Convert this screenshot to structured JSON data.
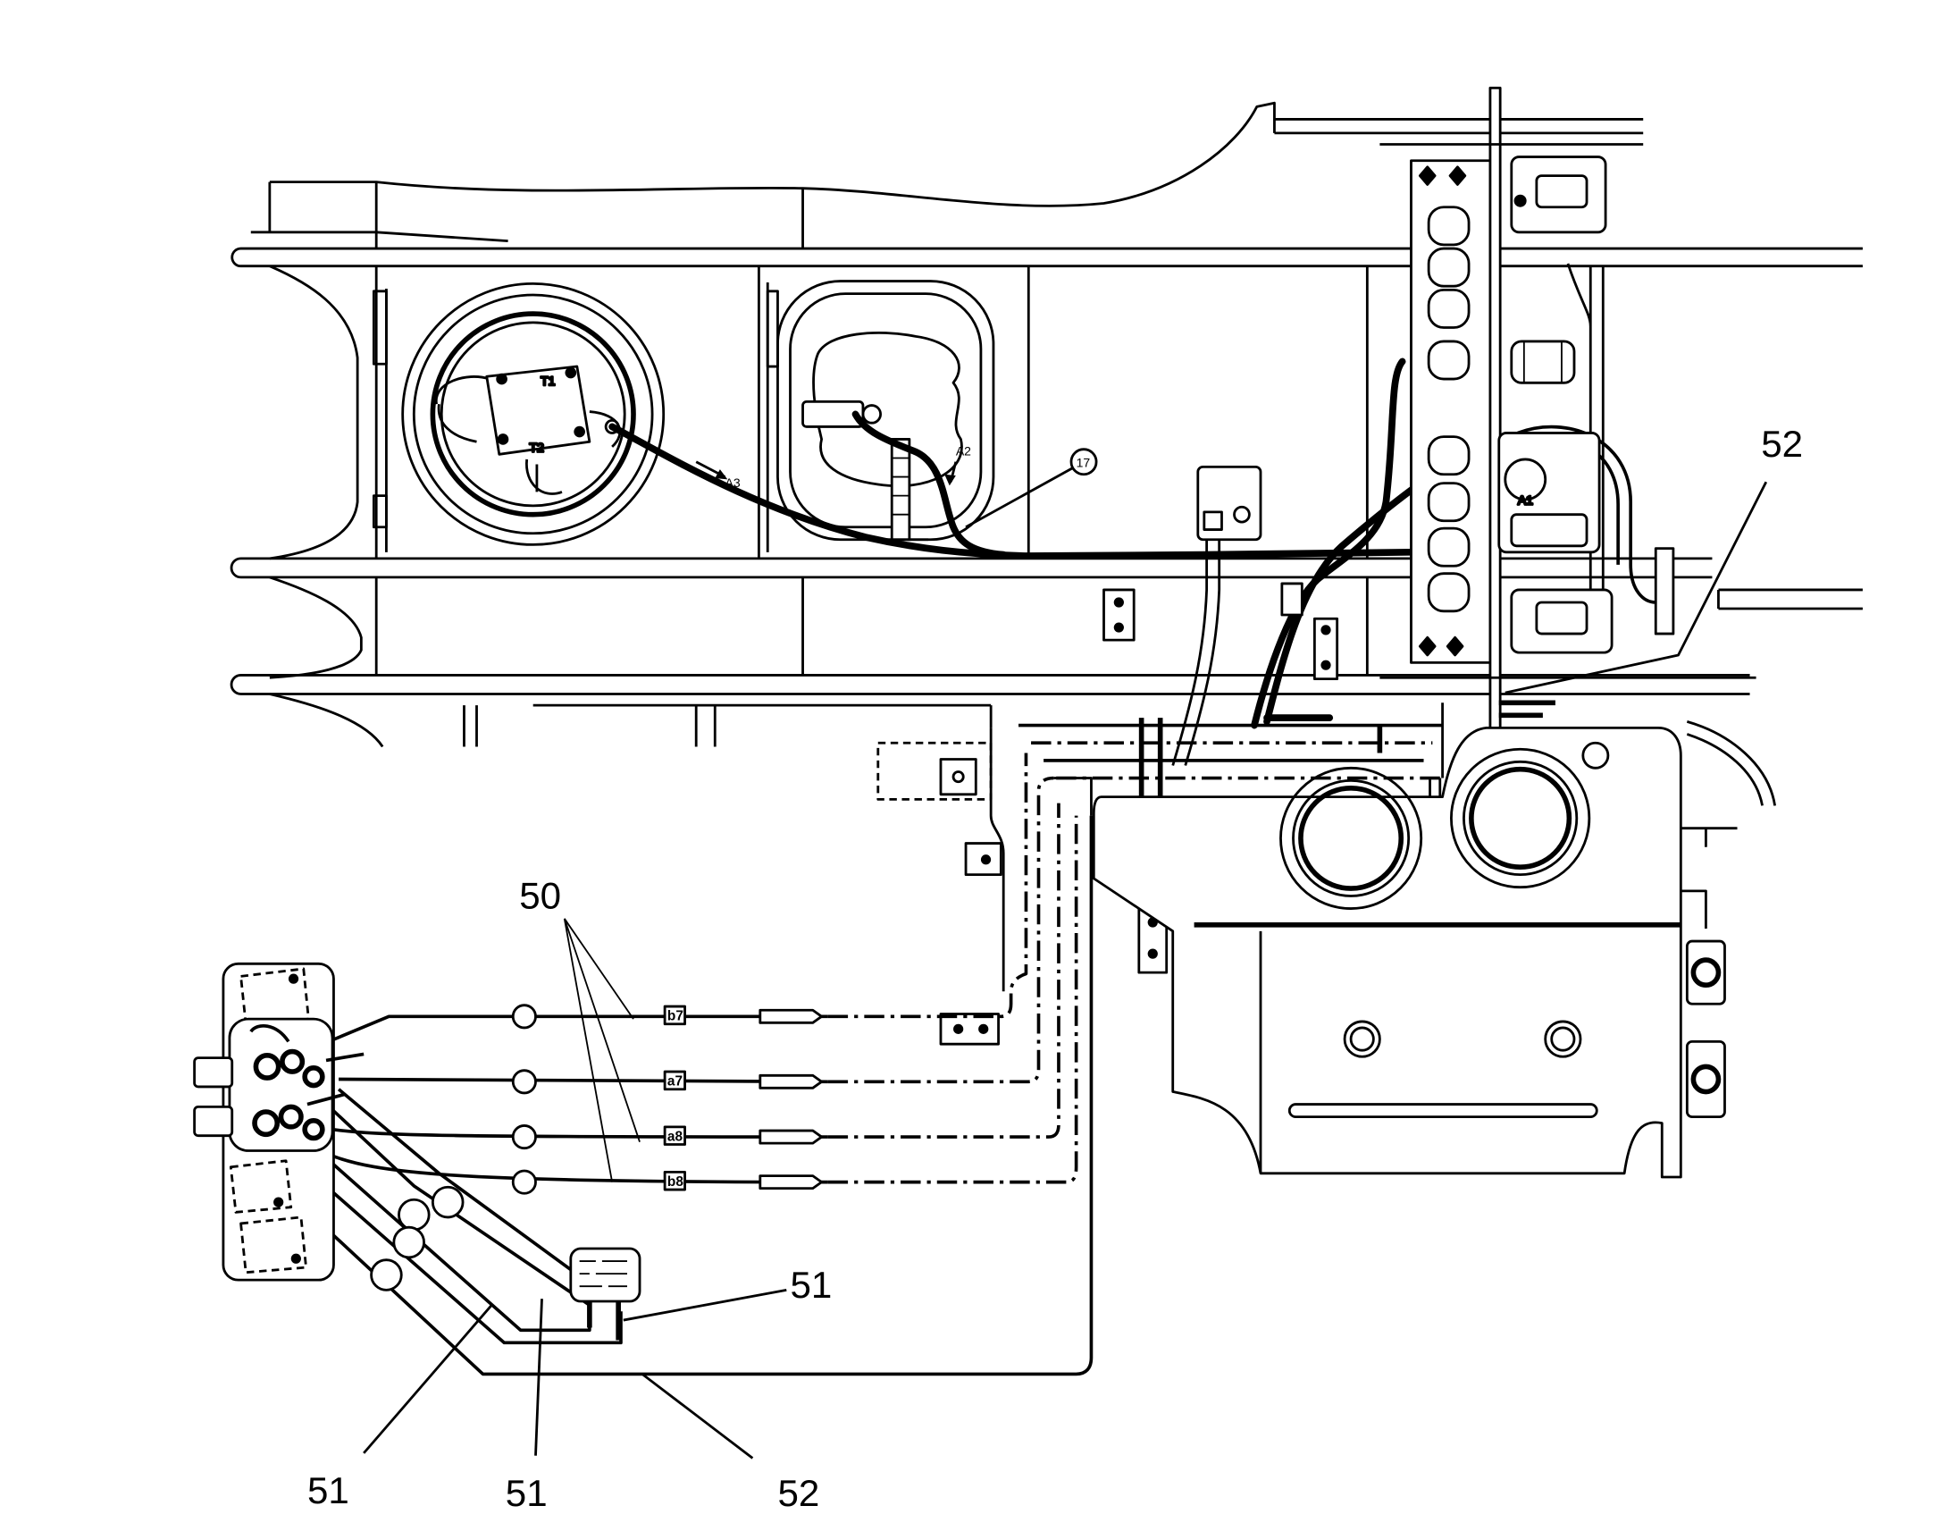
{
  "callouts": {
    "c50": "50",
    "c51_right": "51",
    "c51_left": "51",
    "c51_center": "51",
    "c52_bottom": "52",
    "c52_right": "52"
  },
  "component_tags": {
    "t1": "T1",
    "t2": "T2",
    "a1": "A1",
    "a2": "A2",
    "a3": "A3",
    "ref_circle": "17"
  },
  "hose_tags": [
    "b7",
    "a7",
    "a8",
    "b8"
  ]
}
